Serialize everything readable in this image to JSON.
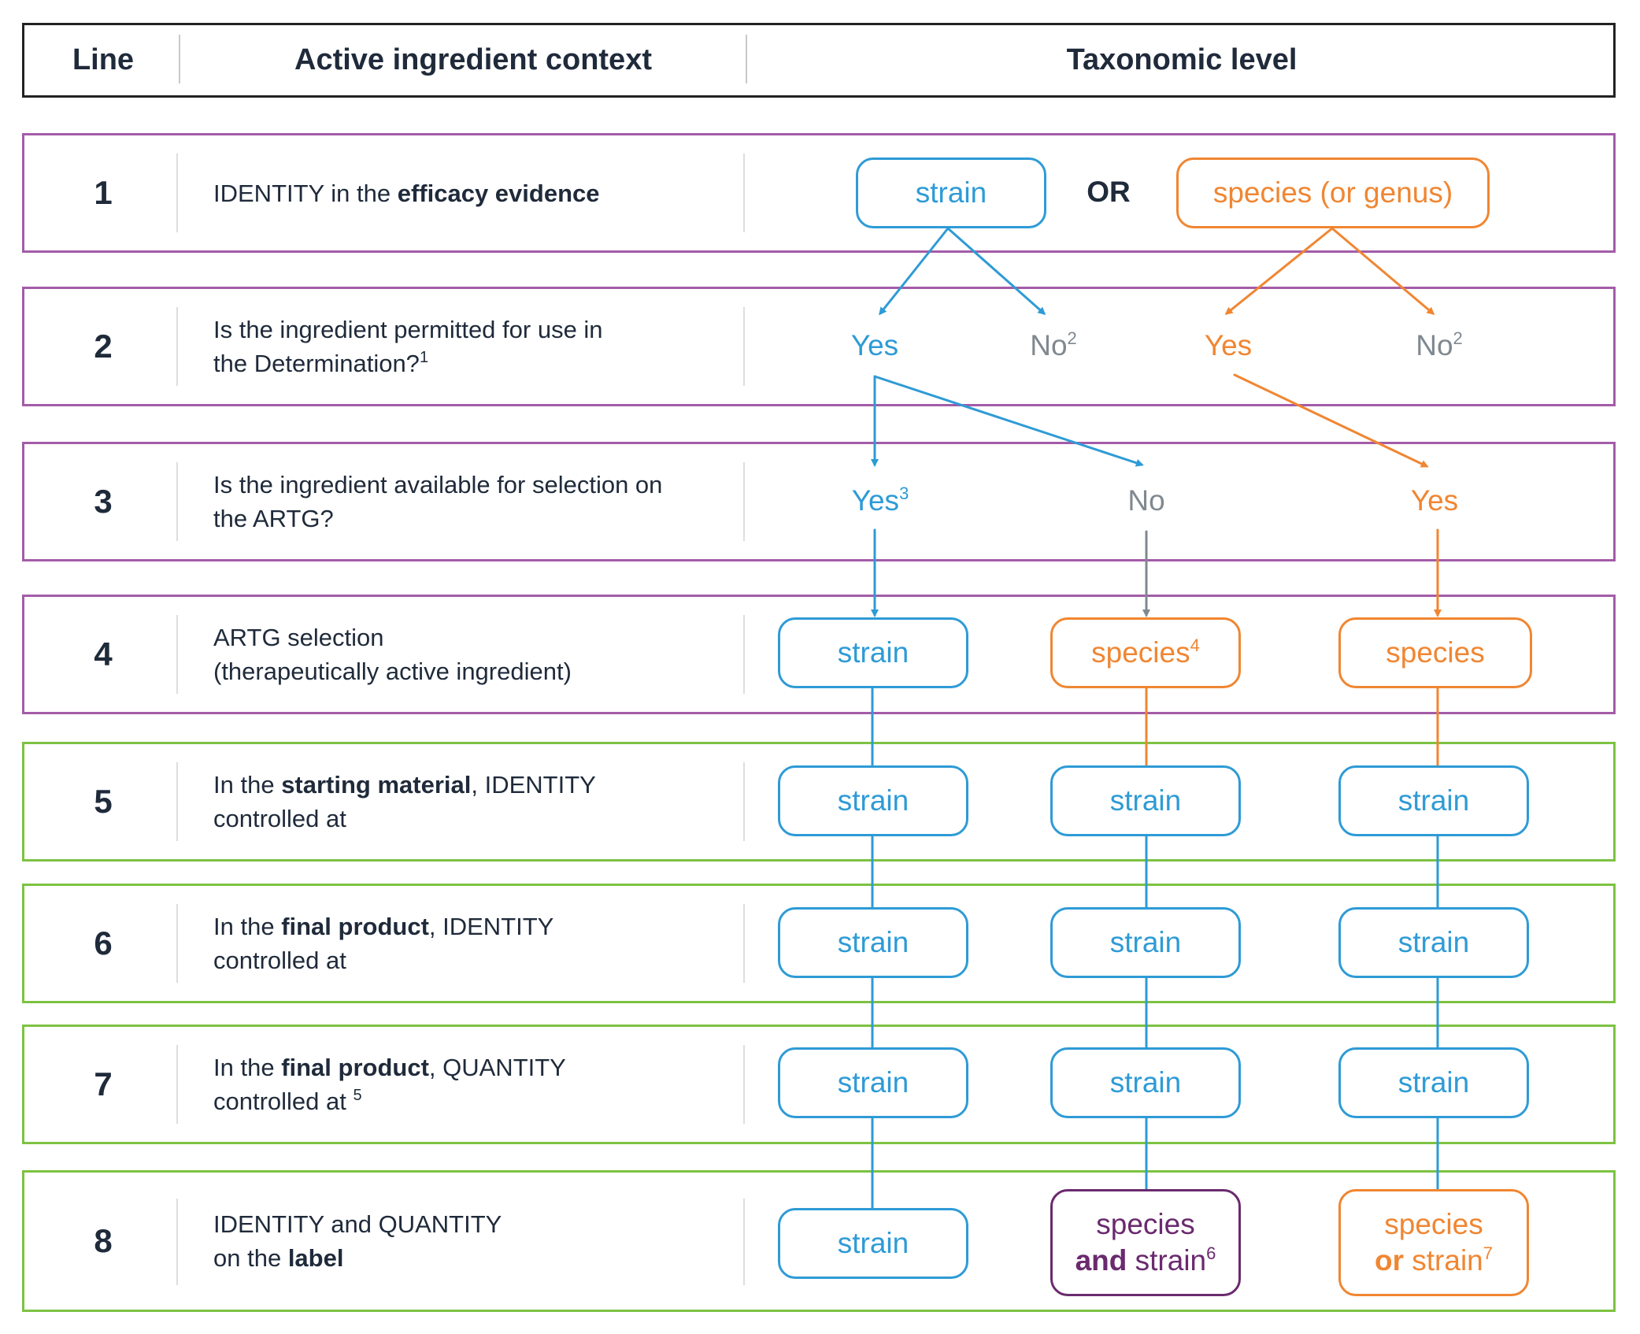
{
  "header": {
    "line": "Line",
    "context": "Active ingredient context",
    "taxonomic": "Taxonomic level"
  },
  "rows": [
    {
      "num": "1",
      "t1": "IDENTITY in the ",
      "b1": "efficacy evidence"
    },
    {
      "num": "2",
      "t1": "Is the ingredient permitted for use in",
      "t2": "the Determination?",
      "sup": "1"
    },
    {
      "num": "3",
      "t1": "Is the ingredient available for selection on",
      "t2": "the ARTG?"
    },
    {
      "num": "4",
      "t1": "ARTG selection",
      "t2": "(therapeutically active ingredient)"
    },
    {
      "num": "5",
      "t1": "In the ",
      "b1": "starting material",
      "a1": ", IDENTITY",
      "t2": "controlled at"
    },
    {
      "num": "6",
      "t1": "In the ",
      "b1": "final product",
      "a1": ", IDENTITY",
      "t2": "controlled at"
    },
    {
      "num": "7",
      "t1": "In the ",
      "b1": "final product",
      "a1": ", QUANTITY",
      "t2": "controlled at ",
      "sup": "5"
    },
    {
      "num": "8",
      "t1": "IDENTITY and QUANTITY",
      "t2": "on the ",
      "b2": "label"
    }
  ],
  "flow": {
    "line1": {
      "strain": "strain",
      "or": "OR",
      "species_genus": "species (or genus)"
    },
    "line2": {
      "yes": "Yes",
      "no": "No",
      "no_sup": "2"
    },
    "line3": {
      "yes": "Yes",
      "yes_sup": "3",
      "no": "No"
    },
    "line4": {
      "strain": "strain",
      "species": "species",
      "species_sup": "4"
    },
    "strain": "strain",
    "line8": {
      "strain": "strain",
      "species": "species",
      "and": "and",
      "strain_word": " strain",
      "and_sup": "6",
      "or": "or",
      "or_sup": "7"
    }
  },
  "colors": {
    "blue": "#2e9bd6",
    "orange": "#f08632",
    "purple": "#6a2a6e",
    "grey": "#808890",
    "row_purple": "#a35ca8",
    "row_green": "#7dc242"
  }
}
